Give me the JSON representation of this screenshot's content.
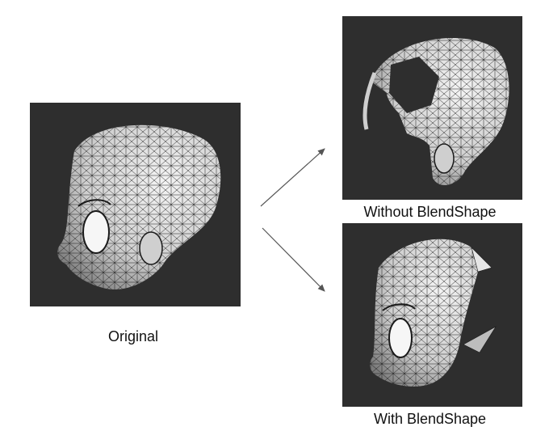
{
  "figure": {
    "panels": [
      {
        "id": "original",
        "caption": "Original",
        "image": "head-wireframe-full"
      },
      {
        "id": "without",
        "caption": "Without BlendShape",
        "image": "head-wireframe-broken"
      },
      {
        "id": "with",
        "caption": "With BlendShape",
        "image": "head-wireframe-blended"
      }
    ]
  },
  "colors": {
    "panel_background": "#2e2e2e",
    "mesh_fill": "#d9d9d9",
    "mesh_line": "#1a1a1a",
    "arrow": "#555555"
  }
}
